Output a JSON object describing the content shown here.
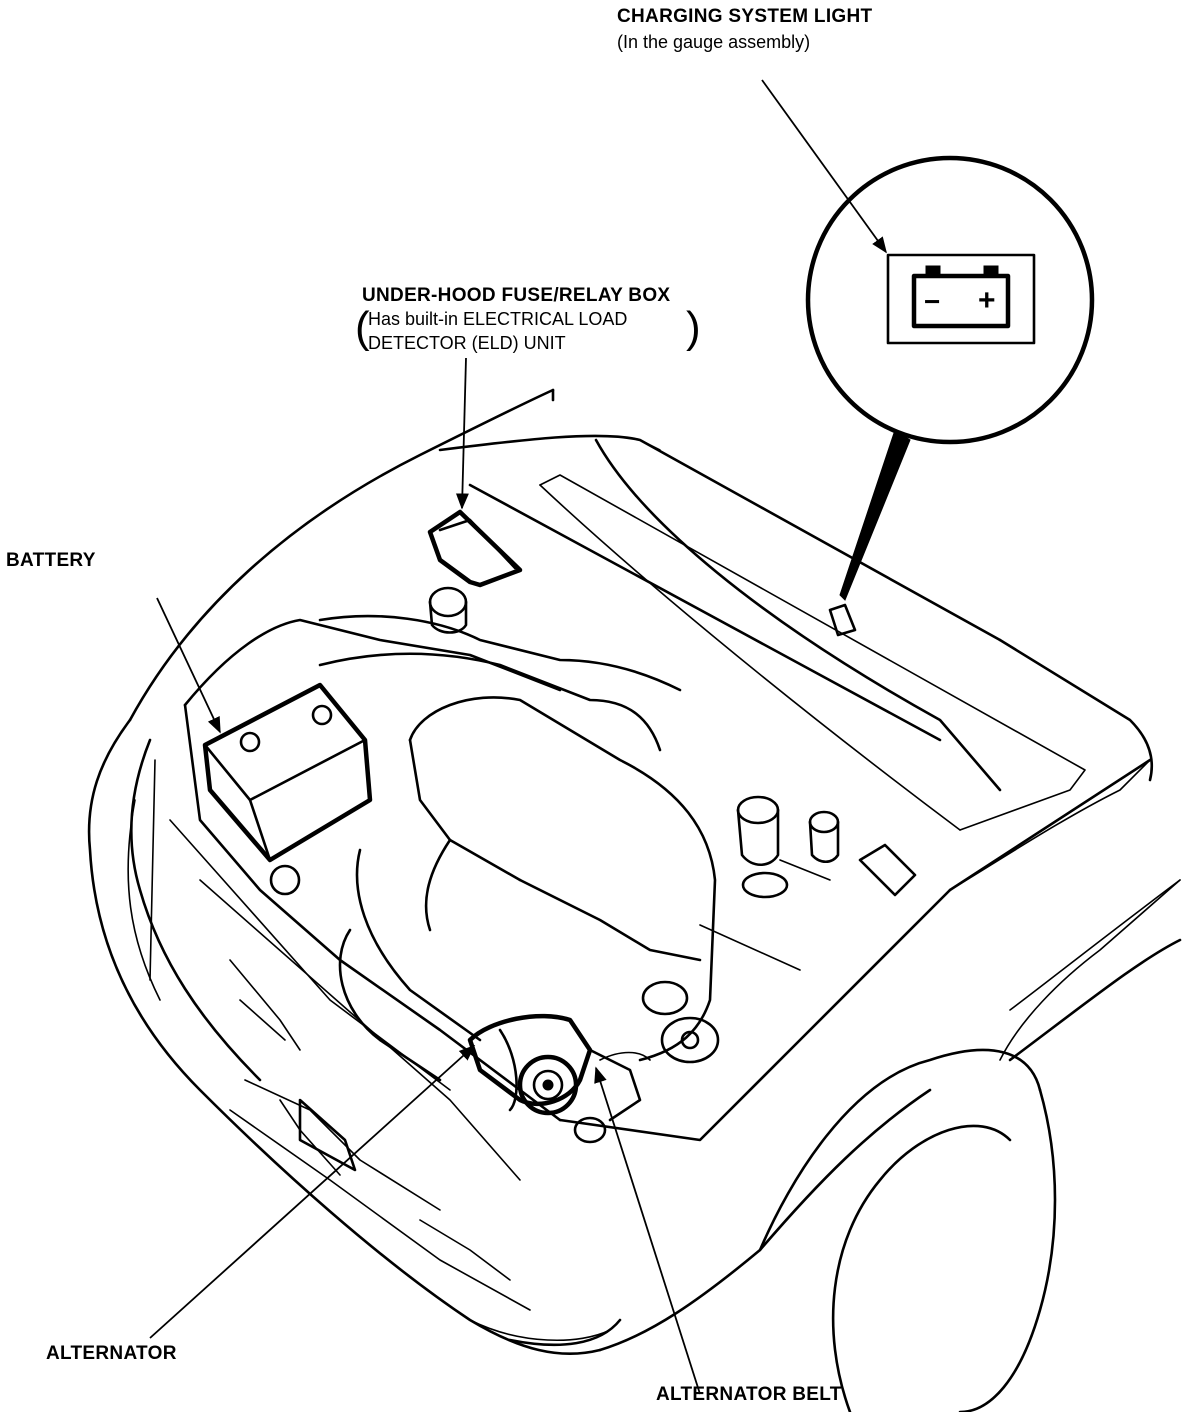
{
  "labels": {
    "charging_light": {
      "title": "CHARGING SYSTEM LIGHT",
      "subtitle": "(In the gauge assembly)"
    },
    "fuse_box": {
      "title": "UNDER-HOOD FUSE/RELAY BOX",
      "line1": "Has built-in ELECTRICAL LOAD",
      "line2": "DETECTOR (ELD) UNIT"
    },
    "battery": "BATTERY",
    "alternator": "ALTERNATOR",
    "alternator_belt": "ALTERNATOR BELT"
  },
  "battery_symbol": {
    "minus": "−",
    "plus": "+"
  },
  "colors": {
    "ink": "#000000",
    "paper": "#ffffff"
  }
}
